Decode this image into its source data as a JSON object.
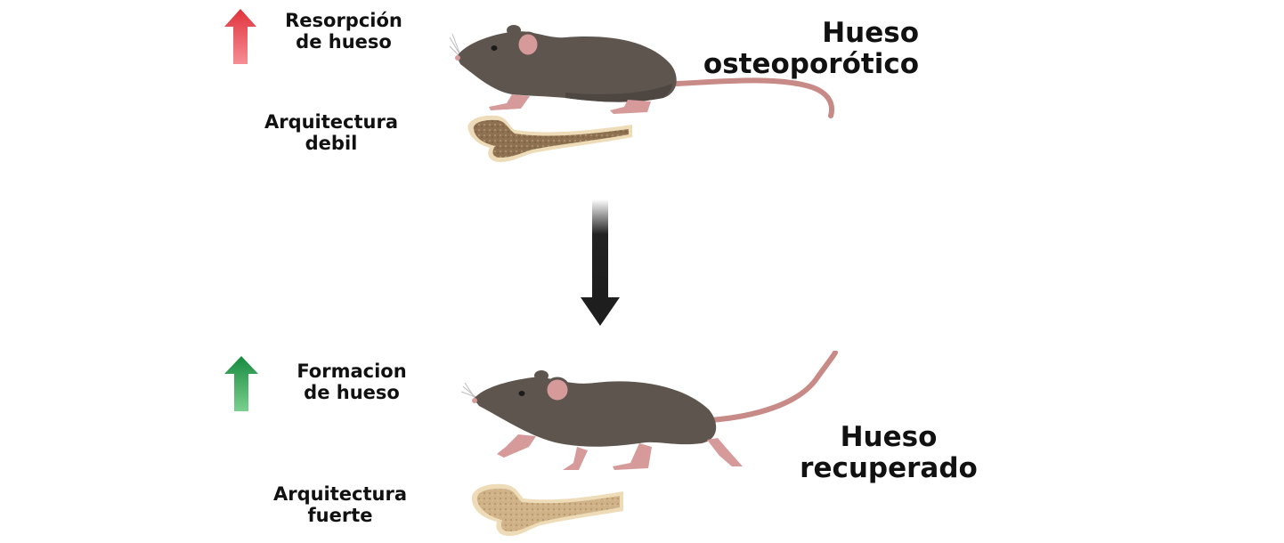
{
  "top": {
    "indicator": {
      "label_line1": "Resorpción",
      "label_line2": "de hueso",
      "arrow": "up-arrow-icon",
      "color": "#e8434b"
    },
    "architecture": {
      "line1": "Arquitectura",
      "line2": "debil"
    },
    "state": {
      "line1": "Hueso",
      "line2": "osteoporótico"
    }
  },
  "transition": {
    "arrow": "down-arrow-icon",
    "color": "#222222"
  },
  "bottom": {
    "indicator": {
      "label_line1": "Formacion",
      "label_line2": "de hueso",
      "arrow": "up-arrow-icon",
      "color": "#1a9a4a"
    },
    "architecture": {
      "line1": "Arquitectura",
      "line2": "fuerte"
    },
    "state": {
      "line1": "Hueso",
      "line2": "recuperado"
    }
  },
  "colors": {
    "mouse_body": "#5e554f",
    "mouse_ear": "#d59a99",
    "mouse_tail": "#c88a86",
    "bone_outline": "#eedcb8",
    "bone_weak": "#8e7150",
    "bone_strong": "#cfb287"
  }
}
